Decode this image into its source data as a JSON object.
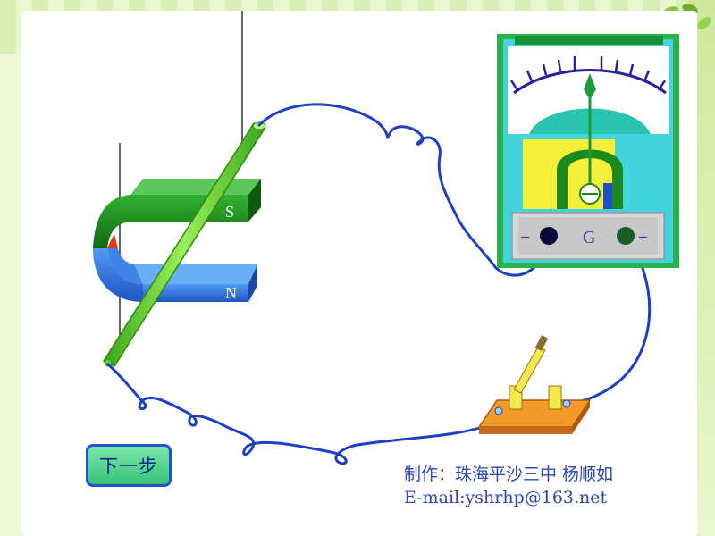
{
  "scene": {
    "magnet": {
      "pole_top": "S",
      "pole_bottom": "N"
    },
    "galvanometer": {
      "minus": "−",
      "center": "G",
      "plus": "+"
    }
  },
  "controls": {
    "next_step": "下一步"
  },
  "credits": {
    "author": "制作：珠海平沙三中 杨顺如",
    "email": "E-mail:yshrhp@163.net"
  },
  "colors": {
    "magnet_s": "#1c8c1c",
    "magnet_n": "#2a6fe0",
    "rod": "#5fd028",
    "wire": "#1f3fc8",
    "meter_frame": "#2ab24a",
    "meter_face": "#3fd3dc",
    "switch_base": "#e8841c"
  }
}
